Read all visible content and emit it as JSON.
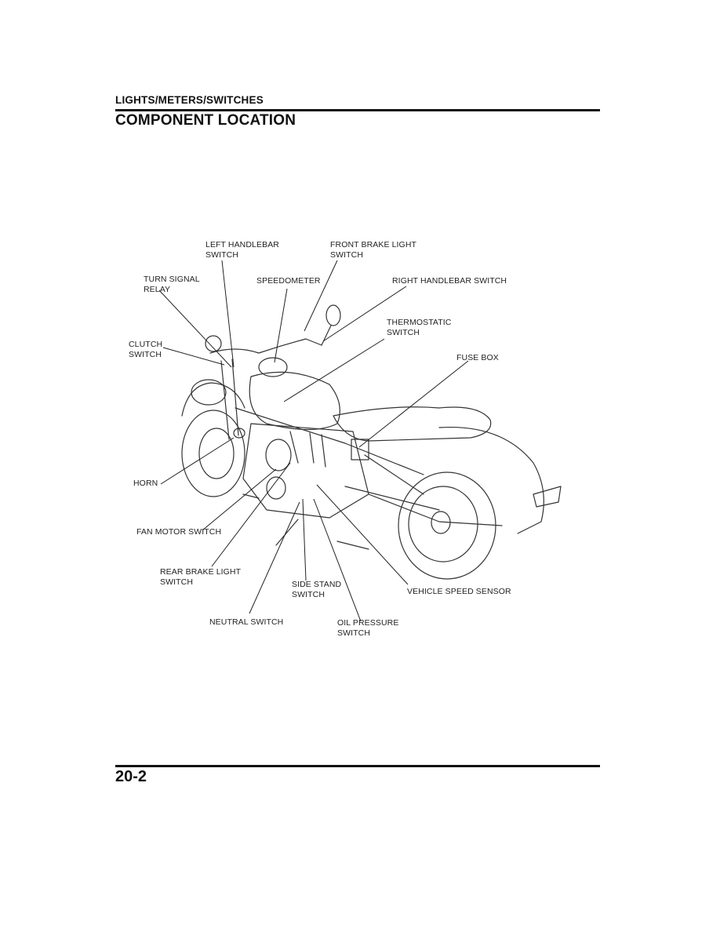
{
  "header": {
    "section": "LIGHTS/METERS/SWITCHES",
    "title": "COMPONENT LOCATION"
  },
  "diagram": {
    "subject": "motorcycle",
    "labels": {
      "left_handlebar_switch": "LEFT HANDLEBAR\nSWITCH",
      "front_brake_light_switch": "FRONT BRAKE LIGHT\nSWITCH",
      "turn_signal_relay": "TURN SIGNAL\nRELAY",
      "speedometer": "SPEEDOMETER",
      "right_handlebar_switch": "RIGHT HANDLEBAR SWITCH",
      "thermostatic_switch": "THERMOSTATIC\nSWITCH",
      "clutch_switch": "CLUTCH\nSWITCH",
      "fuse_box": "FUSE BOX",
      "horn": "HORN",
      "fan_motor_switch": "FAN MOTOR SWITCH",
      "rear_brake_light_switch": "REAR BRAKE LIGHT\nSWITCH",
      "side_stand_switch": "SIDE STAND\nSWITCH",
      "vehicle_speed_sensor": "VEHICLE SPEED SENSOR",
      "neutral_switch": "NEUTRAL SWITCH",
      "oil_pressure_switch": "OIL PRESSURE\nSWITCH"
    }
  },
  "footer": {
    "page_number": "20-2"
  }
}
